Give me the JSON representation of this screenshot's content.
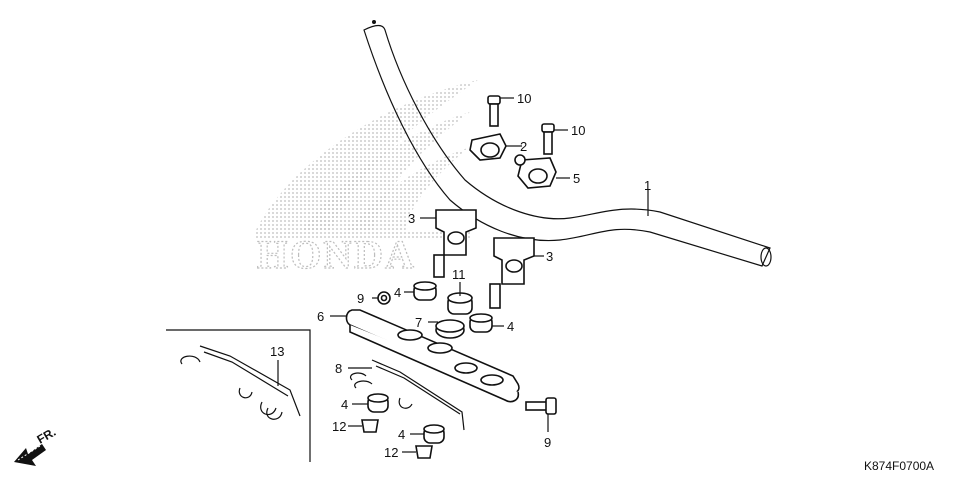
{
  "diagram_code": "K874F0700A",
  "direction_label": "FR.",
  "watermark": {
    "text": "HONDA",
    "dot_color": "#bdbdbd"
  },
  "line_color": "#111111",
  "callouts": [
    {
      "id": "callout-1",
      "label": "1"
    },
    {
      "id": "callout-2",
      "label": "2"
    },
    {
      "id": "callout-3-left",
      "label": "3"
    },
    {
      "id": "callout-3-right",
      "label": "3"
    },
    {
      "id": "callout-4-a",
      "label": "4"
    },
    {
      "id": "callout-4-b",
      "label": "4"
    },
    {
      "id": "callout-4-c",
      "label": "4"
    },
    {
      "id": "callout-4-d",
      "label": "4"
    },
    {
      "id": "callout-5",
      "label": "5"
    },
    {
      "id": "callout-6",
      "label": "6"
    },
    {
      "id": "callout-7",
      "label": "7"
    },
    {
      "id": "callout-8",
      "label": "8"
    },
    {
      "id": "callout-9-a",
      "label": "9"
    },
    {
      "id": "callout-9-b",
      "label": "9"
    },
    {
      "id": "callout-10-a",
      "label": "10"
    },
    {
      "id": "callout-10-b",
      "label": "10"
    },
    {
      "id": "callout-11",
      "label": "11"
    },
    {
      "id": "callout-12-a",
      "label": "12"
    },
    {
      "id": "callout-12-b",
      "label": "12"
    },
    {
      "id": "callout-13",
      "label": "13"
    }
  ]
}
